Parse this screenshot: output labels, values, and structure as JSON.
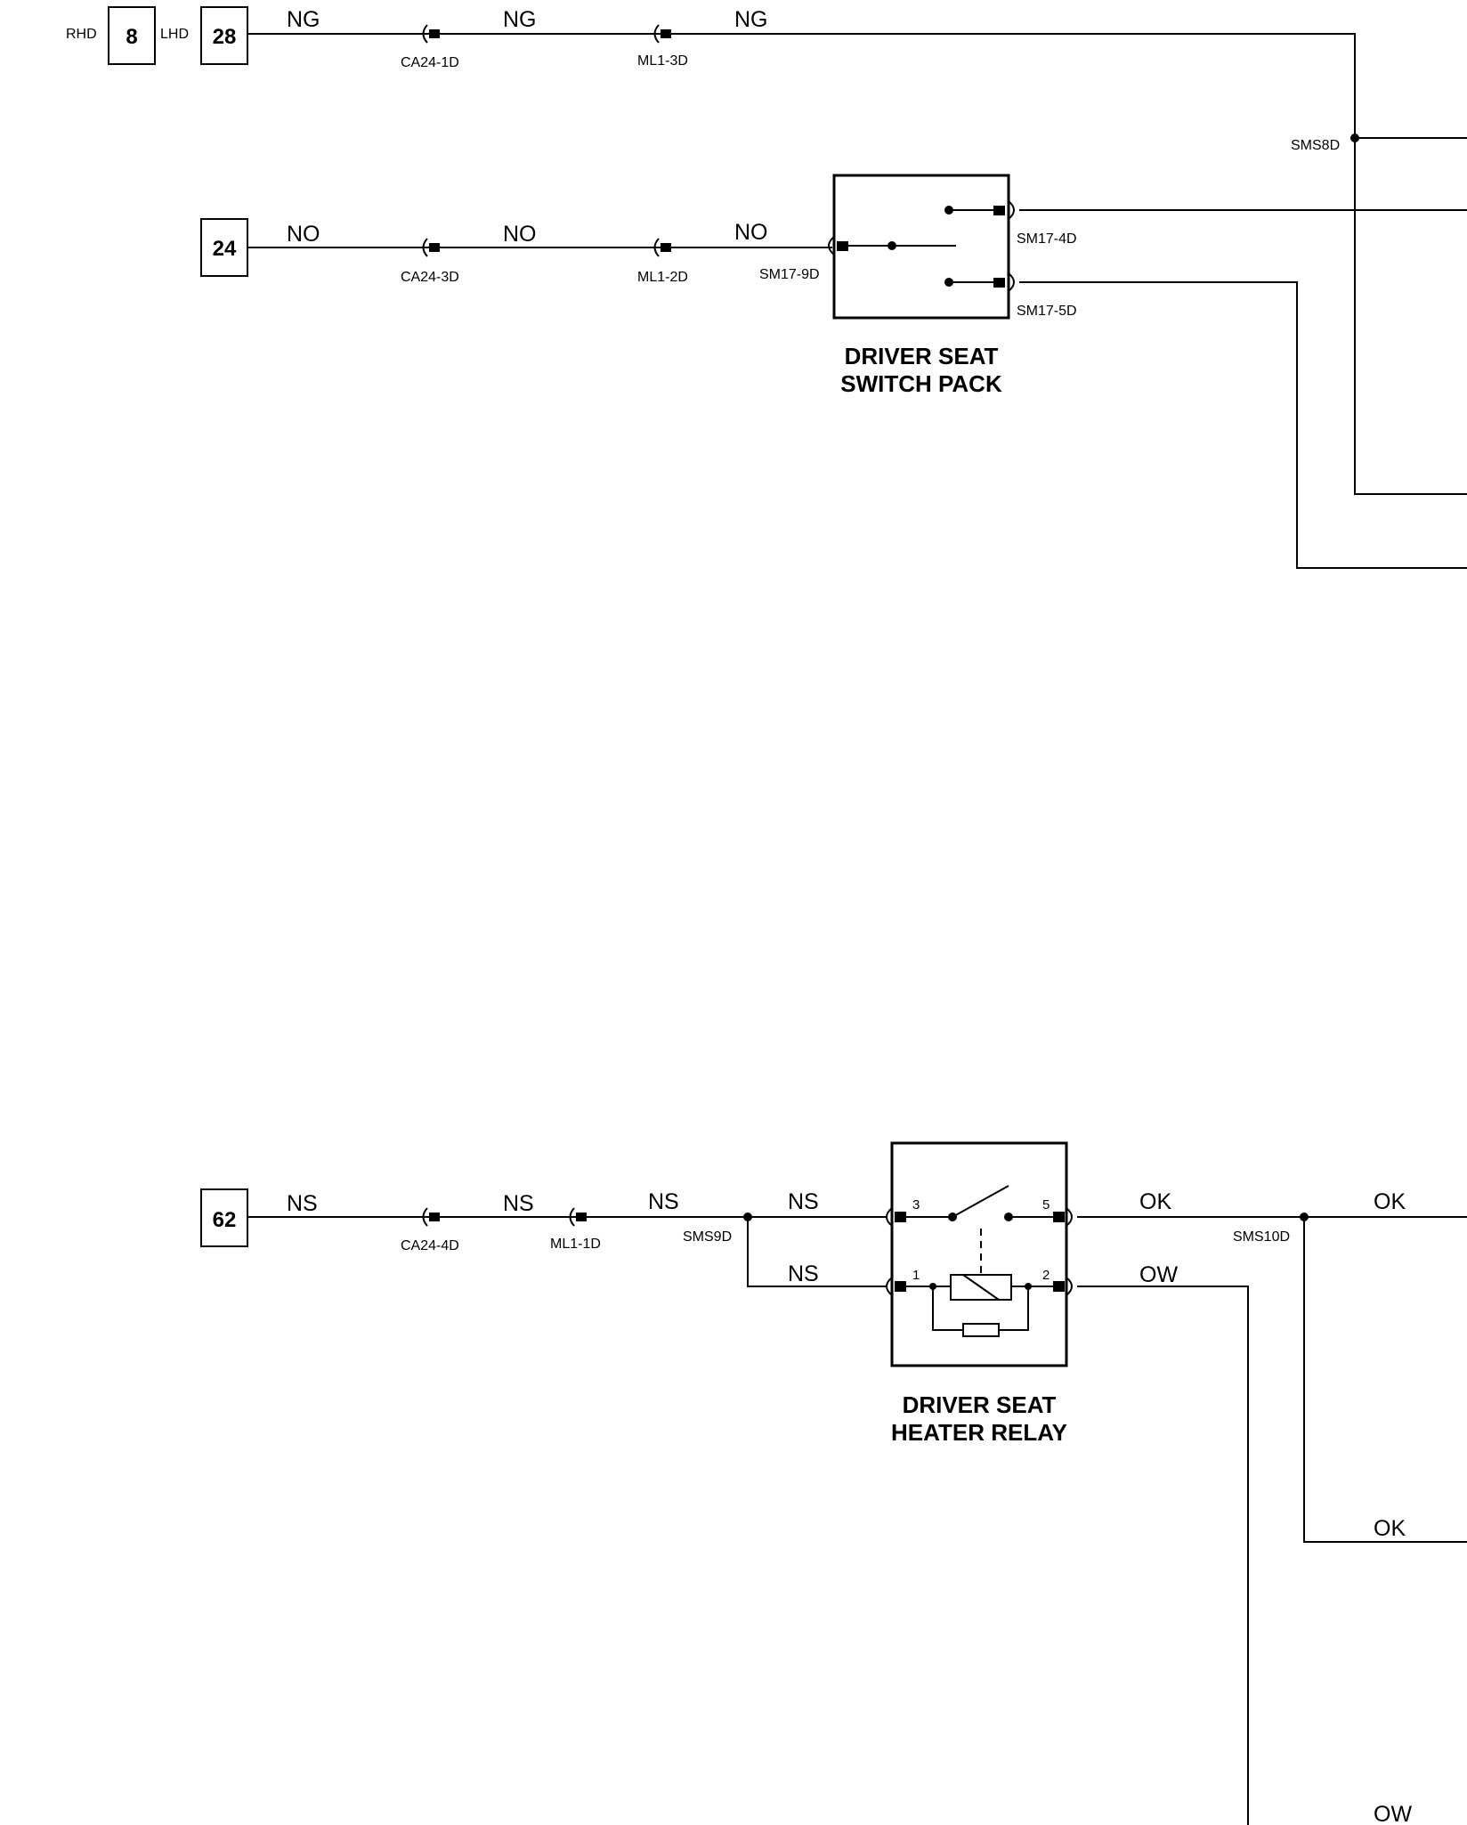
{
  "fuses": [
    {
      "id": "rhd",
      "side_label": "RHD",
      "number": "8"
    },
    {
      "id": "lhd",
      "side_label": "LHD",
      "number": "28"
    },
    {
      "id": "f24",
      "number": "24"
    },
    {
      "id": "f62",
      "number": "62"
    }
  ],
  "wire_labels": {
    "ng1": "NG",
    "ng2": "NG",
    "ng3": "NG",
    "no1": "NO",
    "no2": "NO",
    "no3": "NO",
    "ns1": "NS",
    "ns2": "NS",
    "ns3": "NS",
    "ns4": "NS",
    "ns5": "NS",
    "ok1": "OK",
    "ok2": "OK",
    "ok3": "OK",
    "ow1": "OW",
    "ow2": "OW"
  },
  "connectors": {
    "ca24_1d": "CA24-1D",
    "ml1_3d": "ML1-3D",
    "ca24_3d": "CA24-3D",
    "ml1_2d": "ML1-2D",
    "sm17_9d": "SM17-9D",
    "sm17_4d": "SM17-4D",
    "sm17_5d": "SM17-5D",
    "ca24_4d": "CA24-4D",
    "ml1_1d": "ML1-1D"
  },
  "splices": {
    "sms8d": "SMS8D",
    "sms9d": "SMS9D",
    "sms10d": "SMS10D"
  },
  "components": {
    "switch_pack": {
      "line1": "DRIVER SEAT",
      "line2": "SWITCH PACK"
    },
    "heater_relay": {
      "line1": "DRIVER SEAT",
      "line2": "HEATER RELAY"
    }
  },
  "relay_pins": {
    "p3": "3",
    "p5": "5",
    "p1": "1",
    "p2": "2"
  }
}
